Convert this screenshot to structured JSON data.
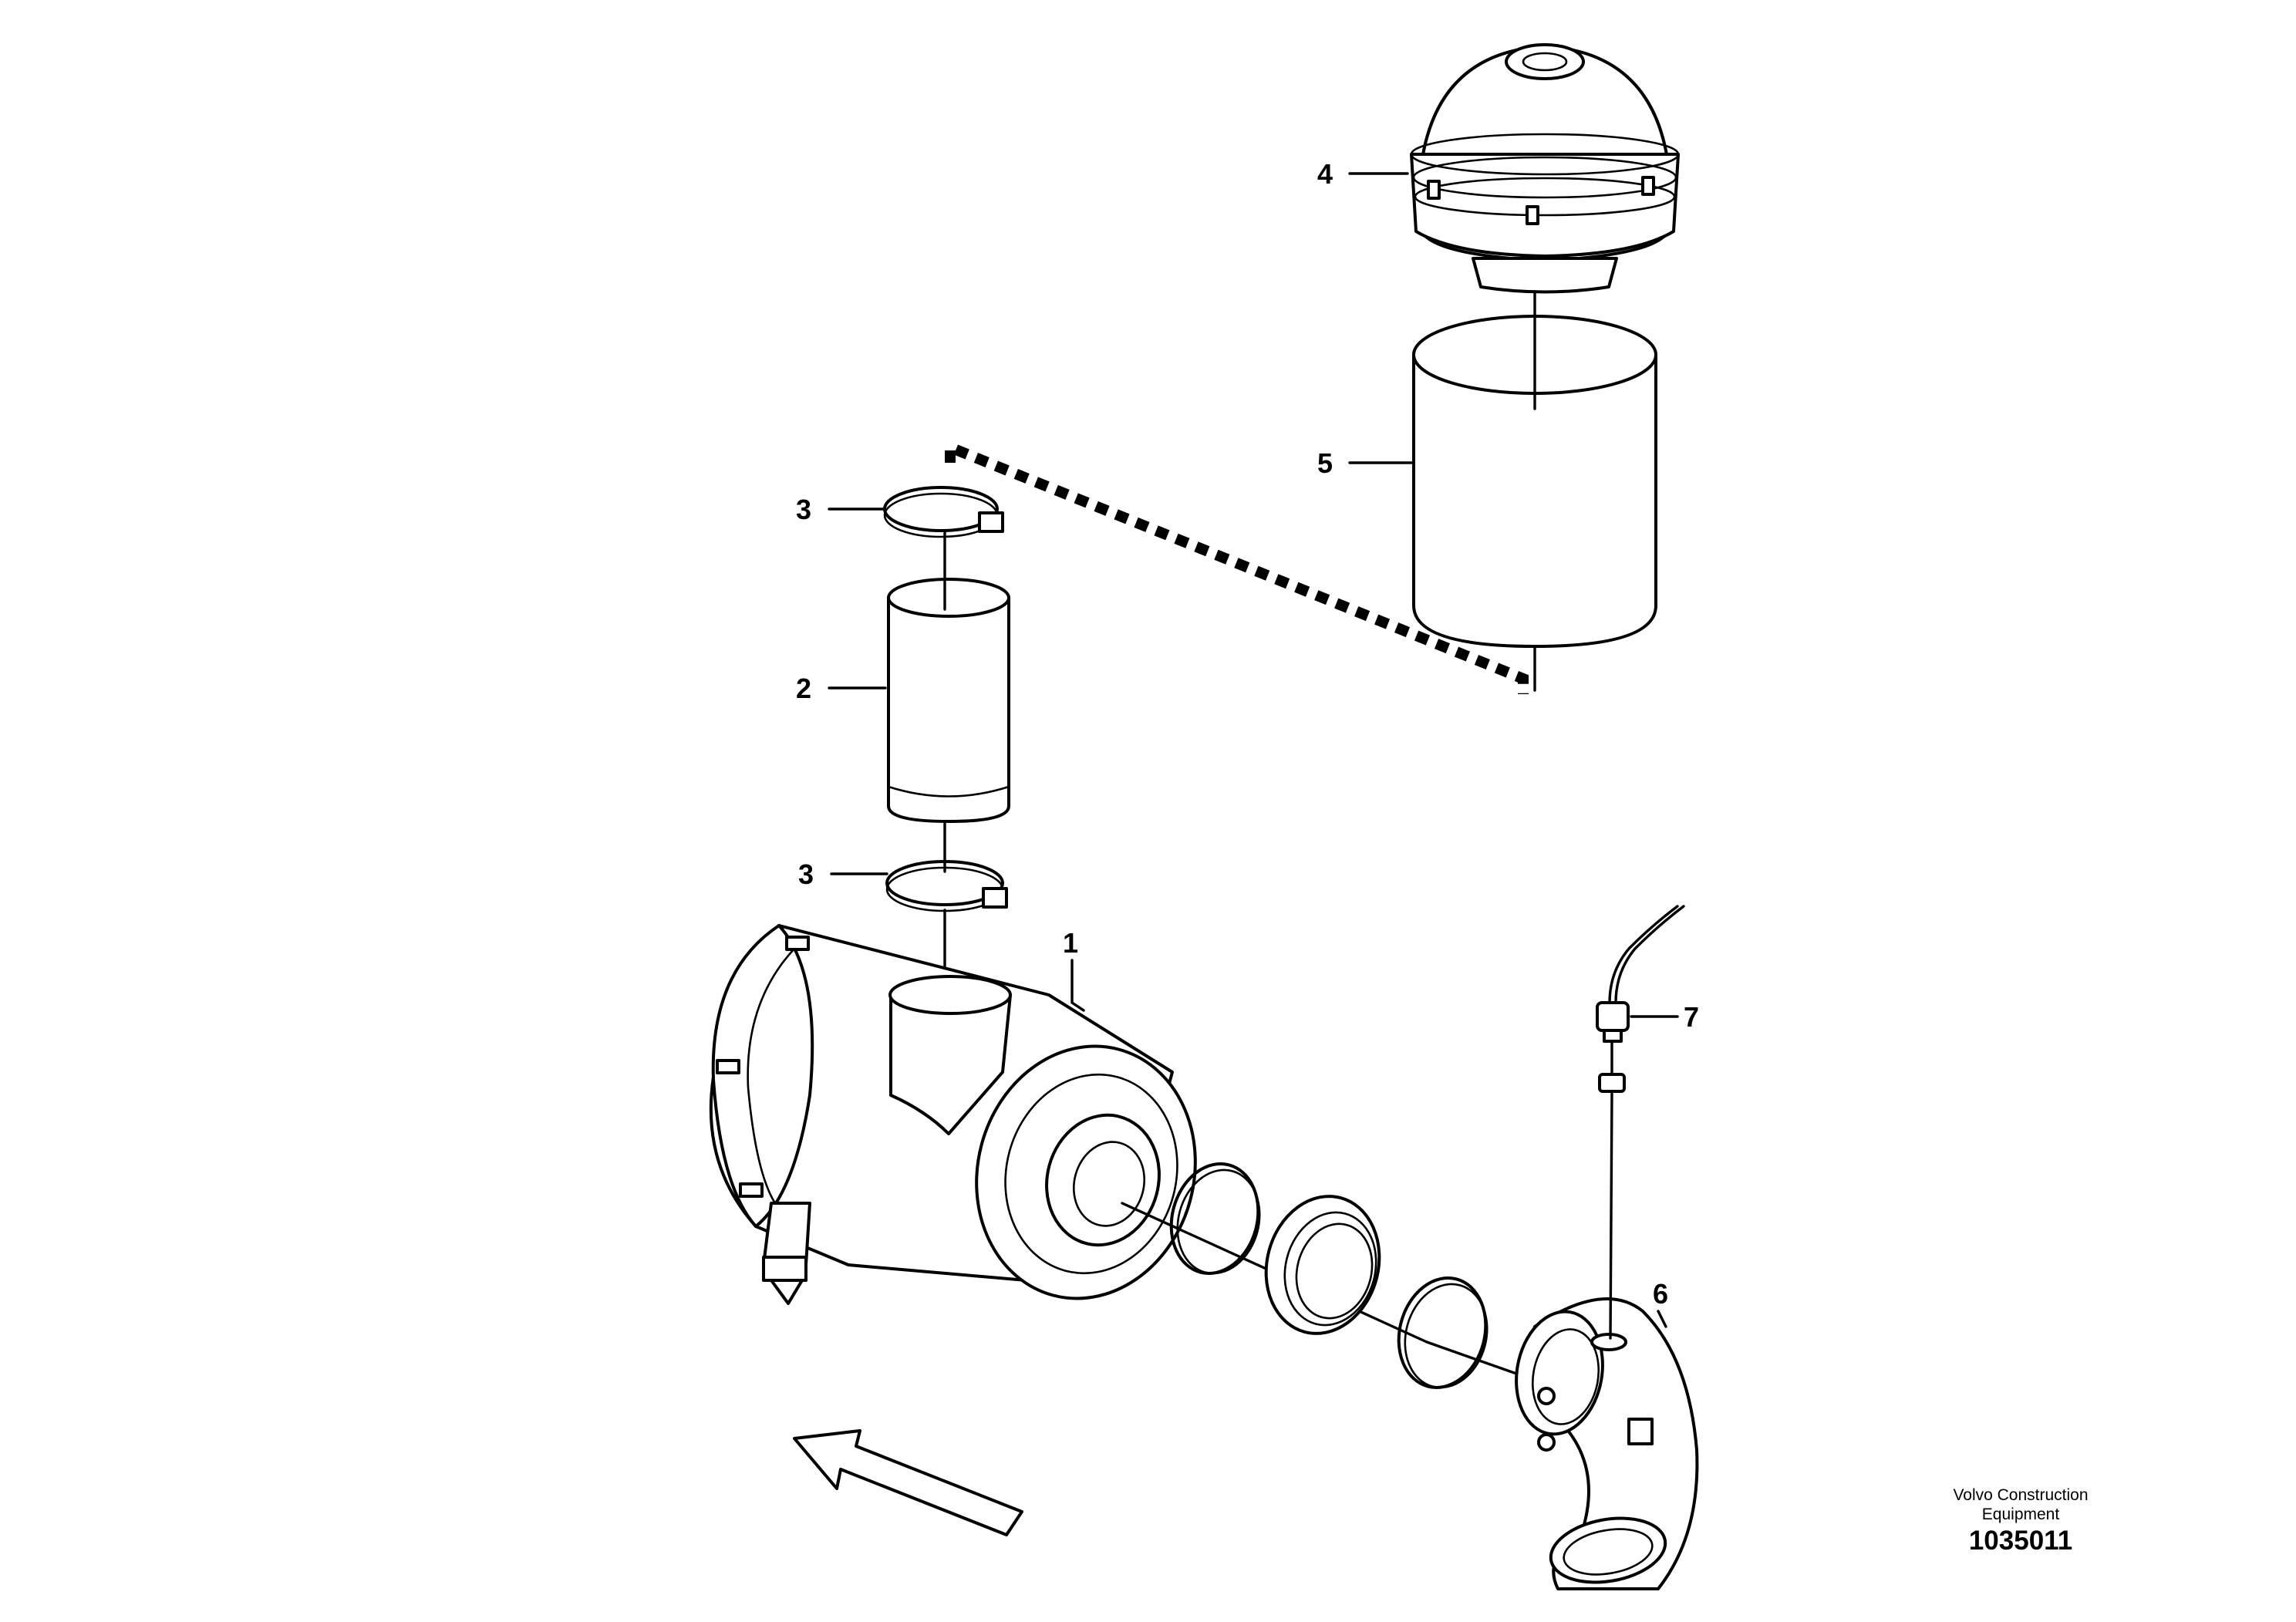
{
  "callouts": [
    {
      "id": "1",
      "label": "1"
    },
    {
      "id": "2",
      "label": "2"
    },
    {
      "id": "3a",
      "label": "3"
    },
    {
      "id": "3b",
      "label": "3"
    },
    {
      "id": "4",
      "label": "4"
    },
    {
      "id": "5",
      "label": "5"
    },
    {
      "id": "6",
      "label": "6"
    },
    {
      "id": "7",
      "label": "7"
    }
  ],
  "caption": {
    "brand_line1": "Volvo Construction",
    "brand_line2": "Equipment",
    "drawing_number": "1035011"
  }
}
